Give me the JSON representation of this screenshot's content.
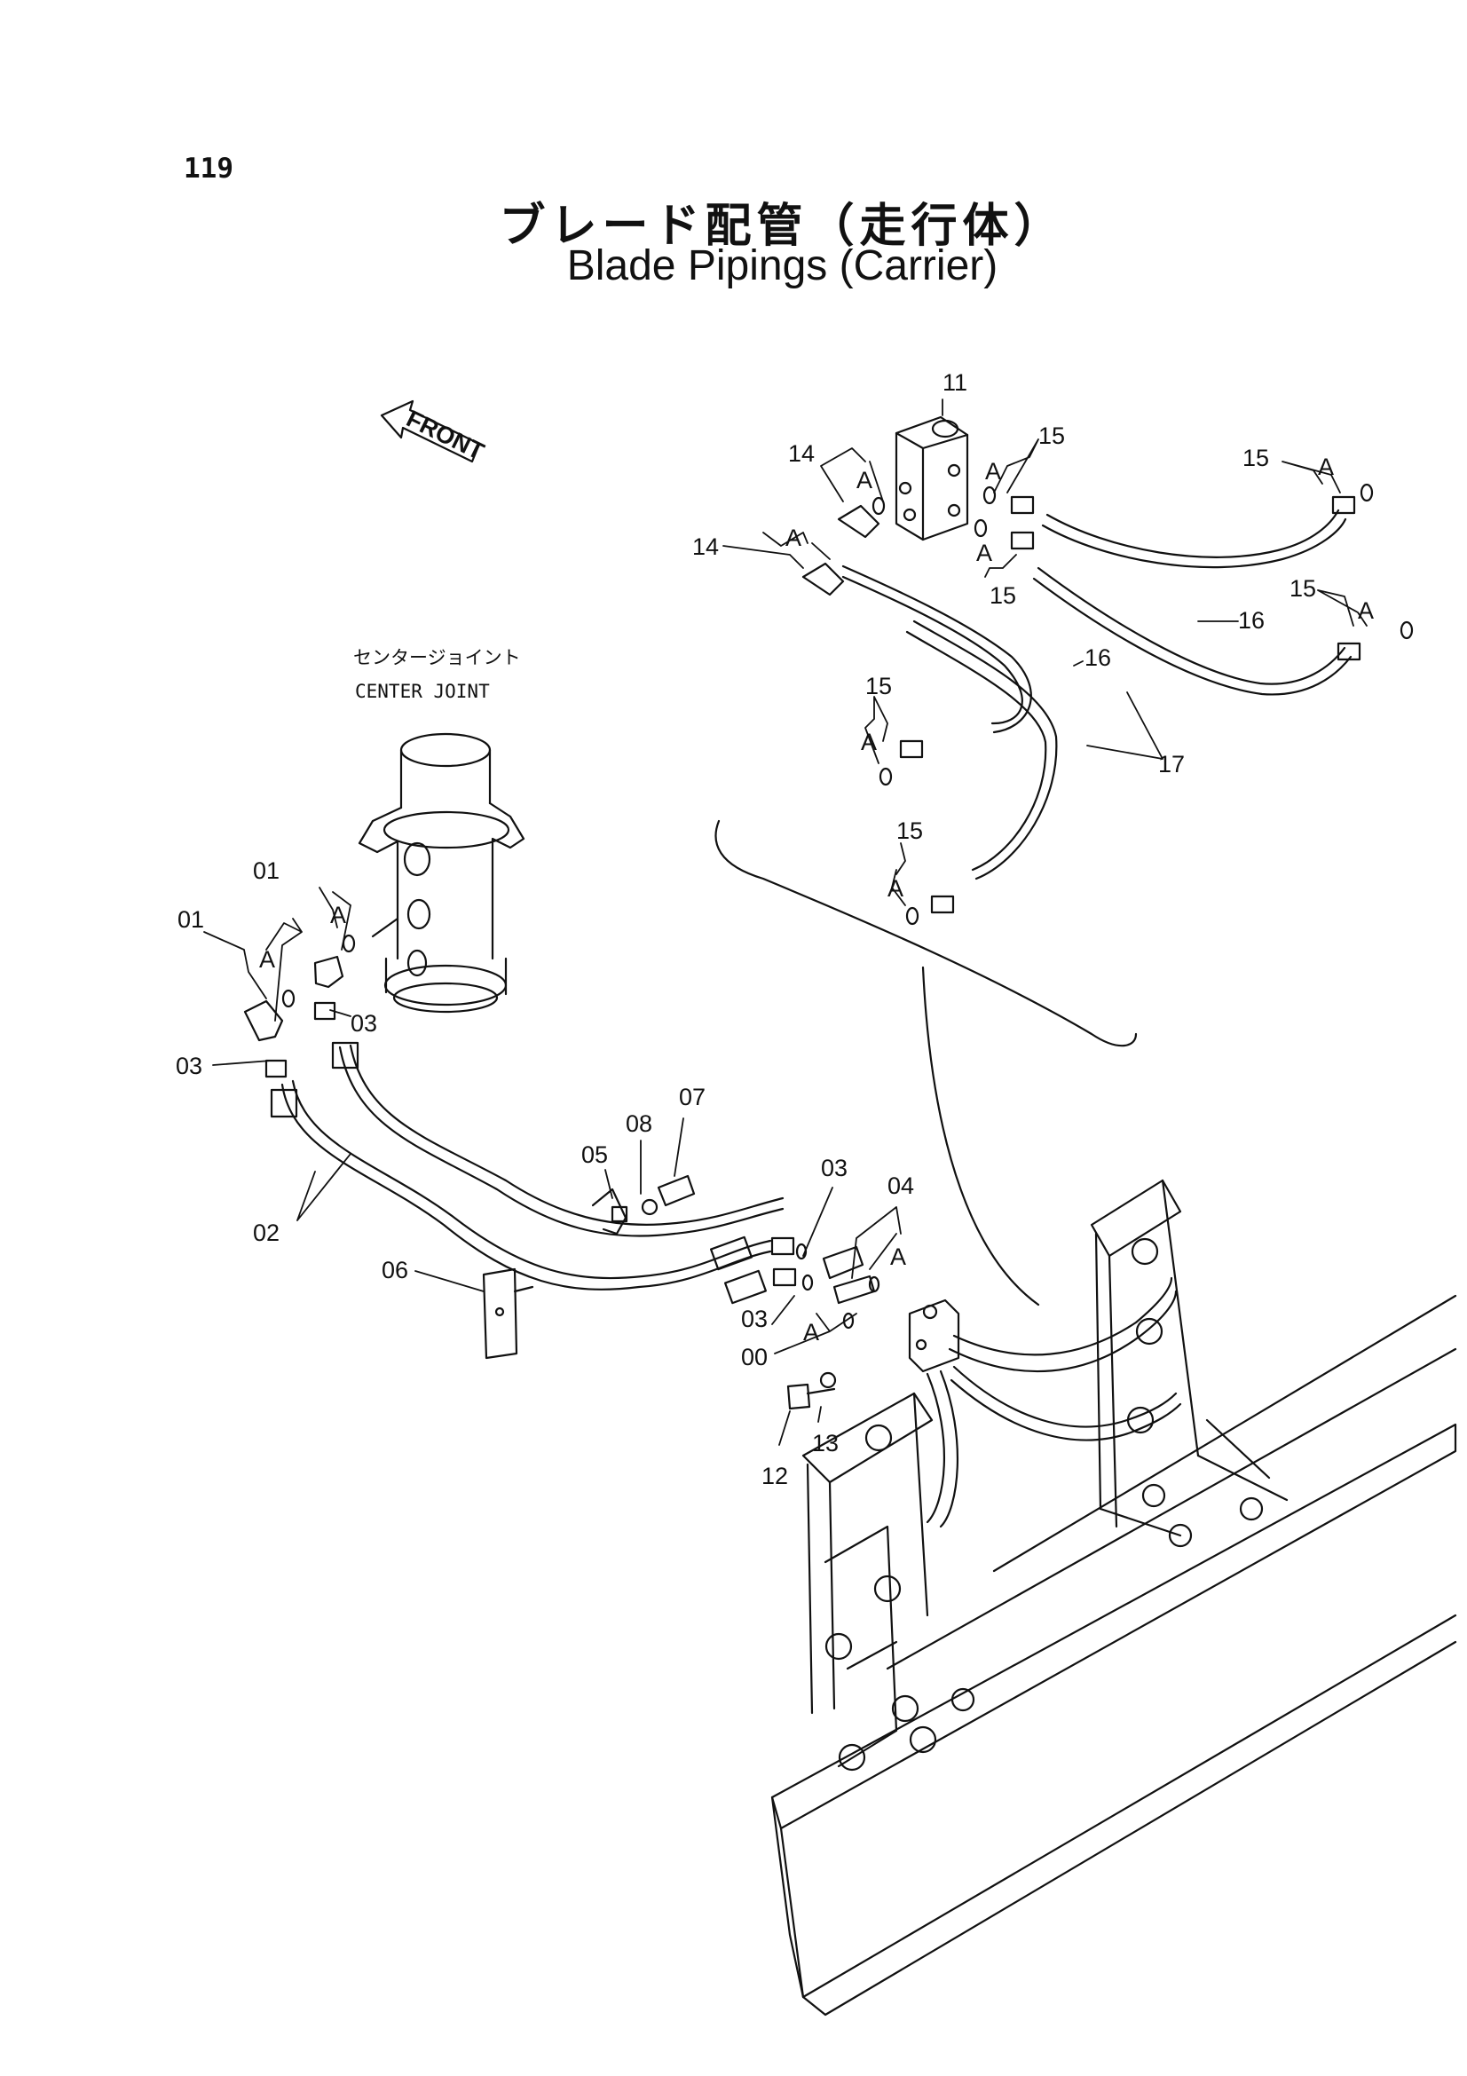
{
  "page": {
    "number": "119",
    "title_jp": "ブレード配管（走行体）",
    "title_en": "Blade Pipings (Carrier)"
  },
  "orientation": {
    "front_label": "FRONT"
  },
  "component": {
    "name_jp": "センタージョイント",
    "name_en": "CENTER JOINT"
  },
  "callouts": {
    "c00": "00",
    "c01a": "01",
    "c01b": "01",
    "c02": "02",
    "c03a": "03",
    "c03b": "03",
    "c03c": "03",
    "c03d": "03",
    "c04": "04",
    "c05": "05",
    "c06": "06",
    "c07": "07",
    "c08": "08",
    "c11": "11",
    "c12": "12",
    "c13": "13",
    "c14a": "14",
    "c14b": "14",
    "c15a": "15",
    "c15b": "15",
    "c15c": "15",
    "c15d": "15",
    "c15e": "15",
    "c15f": "15",
    "c16a": "16",
    "c16b": "16",
    "c17": "17",
    "oring": "A"
  }
}
